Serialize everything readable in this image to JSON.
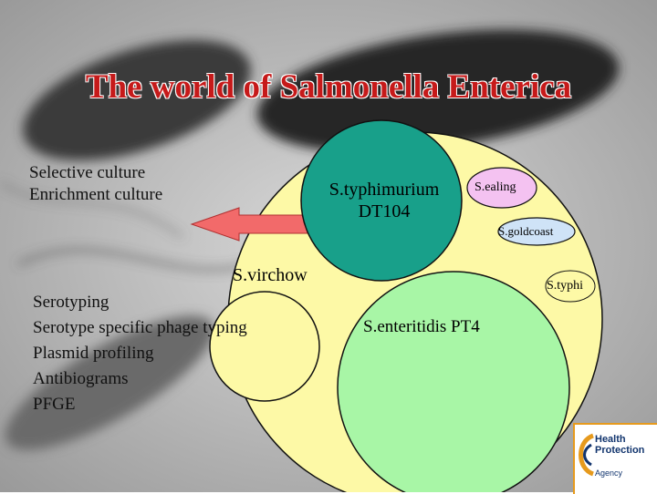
{
  "title": "The world of Salmonella Enterica",
  "left_panel": {
    "culture_lines": [
      "Selective culture",
      "Enrichment culture"
    ],
    "methods": [
      "Serotyping",
      "Serotype specific phage typing",
      "Plasmid profiling",
      "Antibiograms",
      "PFGE"
    ]
  },
  "serovars": {
    "typhimurium_line1": "S.typhimurium",
    "typhimurium_line2": "DT104",
    "virchow": "S.virchow",
    "enteritidis": "S.enteritidis PT4",
    "ealing": "S.ealing",
    "goldcoast": "S.goldcoast",
    "typhi": "S.typhi"
  },
  "logo": {
    "line1": "Health",
    "line2": "Protection",
    "line3": "Agency"
  },
  "colors": {
    "outer_circle": "#fdf9a6",
    "typhimurium": "#18a08a",
    "enteritidis": "#a8f6a6",
    "ealing": "#f4c2f1",
    "goldcoast": "#cfe3f7",
    "arrow": "#f26a6a",
    "title": "#c61a1a"
  }
}
